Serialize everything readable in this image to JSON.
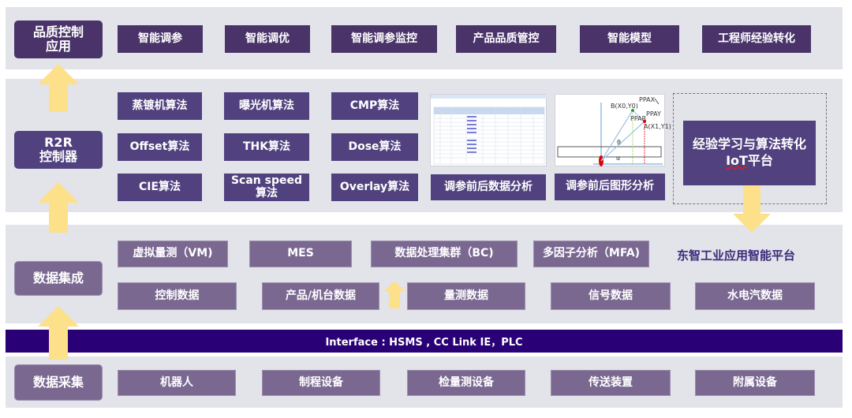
{
  "layers": {
    "quality": {
      "label": "品质控制\n应用",
      "label_line1": "品质控制",
      "label_line2": "应用",
      "items": [
        "智能调参",
        "智能调优",
        "智能调参监控",
        "产品品质管控",
        "智能模型",
        "工程师经验转化"
      ]
    },
    "r2r": {
      "label_line1": "R2R",
      "label_line2": "控制器",
      "algorithms": [
        {
          "line1": "蒸镀机算法"
        },
        {
          "line1": "曝光机算法"
        },
        {
          "line1": "CMP算法"
        },
        {
          "line1": "Offset算法"
        },
        {
          "line1": "THK算法"
        },
        {
          "line1": "Dose算法"
        },
        {
          "line1": "CIE算法"
        },
        {
          "line1": "Scan speed",
          "line2": "算法"
        },
        {
          "line1": "Overlay算法"
        }
      ],
      "analysis_buttons": [
        "调参前后数据分析",
        "调参前后图形分析"
      ],
      "diagram_labels": {
        "b": "B(X0,Y0)",
        "a": "A(X1,Y1)",
        "ppax": "PPAX",
        "ppay": "PPAY",
        "ppar": "PPAR",
        "theta": "θ",
        "alpha": "α"
      },
      "iot": {
        "line1": "经验学习与算法转化",
        "line2_a": "IoT",
        "line2_b": "平台"
      }
    },
    "integration": {
      "label": "数据集成",
      "row1": [
        "虚拟量测（VM)",
        "MES",
        "数据处理集群（BC)",
        "多因子分析（MFA)"
      ],
      "platform_title": "东智工业应用智能平台",
      "row2": [
        "控制数据",
        "产品/机台数据",
        "量测数据",
        "信号数据",
        "水电汽数据"
      ]
    },
    "interface": {
      "text": "Interface : HSMS , CC Link IE，PLC"
    },
    "collection": {
      "label": "数据采集",
      "items": [
        "机器人",
        "制程设备",
        "检量测设备",
        "传送装置",
        "附属设备"
      ]
    }
  },
  "colors": {
    "band": "#e3e3ea",
    "dark_box": "#4a3369",
    "mid_box": "#51427f",
    "light_box": "#7a6891",
    "interface_bar": "#2a0077",
    "arrow": "#fde08a",
    "platform_title": "#3a2a7a"
  }
}
